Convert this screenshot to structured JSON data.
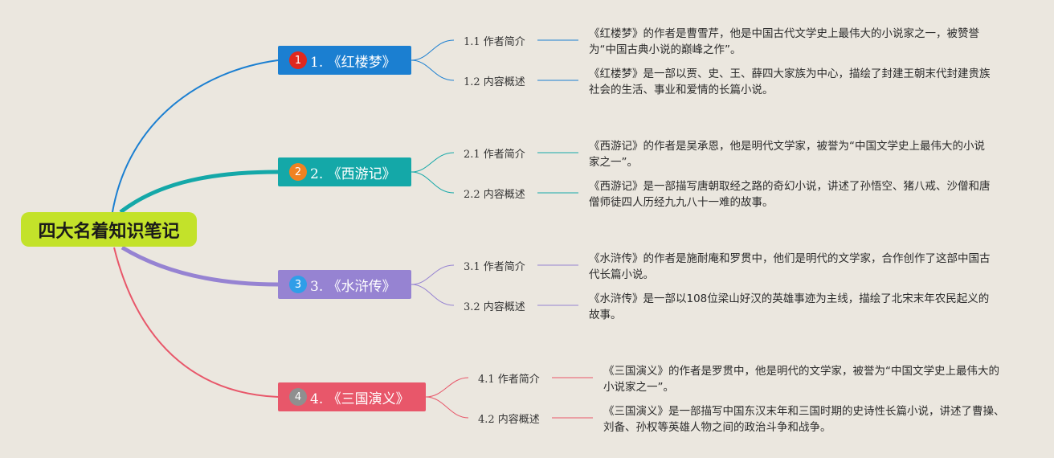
{
  "colors": {
    "background": "#ebe7df",
    "root": "#c3e22a",
    "branch1": "#1b7fd1",
    "branch2": "#14a8a8",
    "branch3": "#9683d2",
    "branch4": "#e8576a",
    "badge1": "#e0281e",
    "badge2": "#f08221",
    "badge3": "#2f9ee8",
    "badge4": "#8f8f8f"
  },
  "root": {
    "title": "四大名着知识笔记"
  },
  "branches": [
    {
      "badge": "1",
      "label": "1. 《红楼梦》",
      "subtopics": [
        {
          "label": "1.1 作者简介",
          "text": "《红楼梦》的作者是曹雪芹，他是中国古代文学史上最伟大的小说家之一，被赞誉为“中国古典小说的巅峰之作”。"
        },
        {
          "label": "1.2 内容概述",
          "text": "《红楼梦》是一部以贾、史、王、薛四大家族为中心，描绘了封建王朝末代封建贵族社会的生活、事业和爱情的长篇小说。"
        }
      ]
    },
    {
      "badge": "2",
      "label": "2. 《西游记》",
      "subtopics": [
        {
          "label": "2.1 作者简介",
          "text": "《西游记》的作者是吴承恩，他是明代文学家，被誉为“中国文学史上最伟大的小说家之一”。"
        },
        {
          "label": "2.2 内容概述",
          "text": "《西游记》是一部描写唐朝取经之路的奇幻小说，讲述了孙悟空、猪八戒、沙僧和唐僧师徒四人历经九九八十一难的故事。"
        }
      ]
    },
    {
      "badge": "3",
      "label": "3. 《水浒传》",
      "subtopics": [
        {
          "label": "3.1 作者简介",
          "text": "《水浒传》的作者是施耐庵和罗贯中，他们是明代的文学家，合作创作了这部中国古代长篇小说。"
        },
        {
          "label": "3.2 内容概述",
          "text": "《水浒传》是一部以108位梁山好汉的英雄事迹为主线，描绘了北宋末年农民起义的故事。"
        }
      ]
    },
    {
      "badge": "4",
      "label": "4. 《三国演义》",
      "subtopics": [
        {
          "label": "4.1 作者简介",
          "text": "《三国演义》的作者是罗贯中，他是明代的文学家，被誉为“中国文学史上最伟大的小说家之一”。"
        },
        {
          "label": "4.2 内容概述",
          "text": "《三国演义》是一部描写中国东汉末年和三国时期的史诗性长篇小说，讲述了曹操、刘备、孙权等英雄人物之间的政治斗争和战争。"
        }
      ]
    }
  ]
}
